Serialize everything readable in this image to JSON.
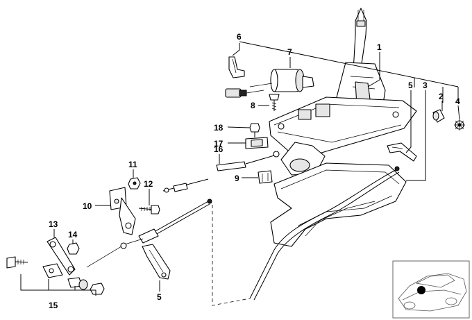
{
  "diagram": {
    "callouts": [
      {
        "id": "1",
        "text": "1"
      },
      {
        "id": "2",
        "text": "2"
      },
      {
        "id": "3",
        "text": "3"
      },
      {
        "id": "4",
        "text": "4"
      },
      {
        "id": "5a",
        "text": "5"
      },
      {
        "id": "5b",
        "text": "5"
      },
      {
        "id": "6",
        "text": "6"
      },
      {
        "id": "7",
        "text": "7"
      },
      {
        "id": "8",
        "text": "8"
      },
      {
        "id": "9",
        "text": "9"
      },
      {
        "id": "10",
        "text": "10"
      },
      {
        "id": "11",
        "text": "11"
      },
      {
        "id": "12",
        "text": "12"
      },
      {
        "id": "13",
        "text": "13"
      },
      {
        "id": "14",
        "text": "14"
      },
      {
        "id": "15",
        "text": "15"
      },
      {
        "id": "16",
        "text": "16"
      },
      {
        "id": "17",
        "text": "17"
      },
      {
        "id": "18",
        "text": "18"
      }
    ]
  }
}
